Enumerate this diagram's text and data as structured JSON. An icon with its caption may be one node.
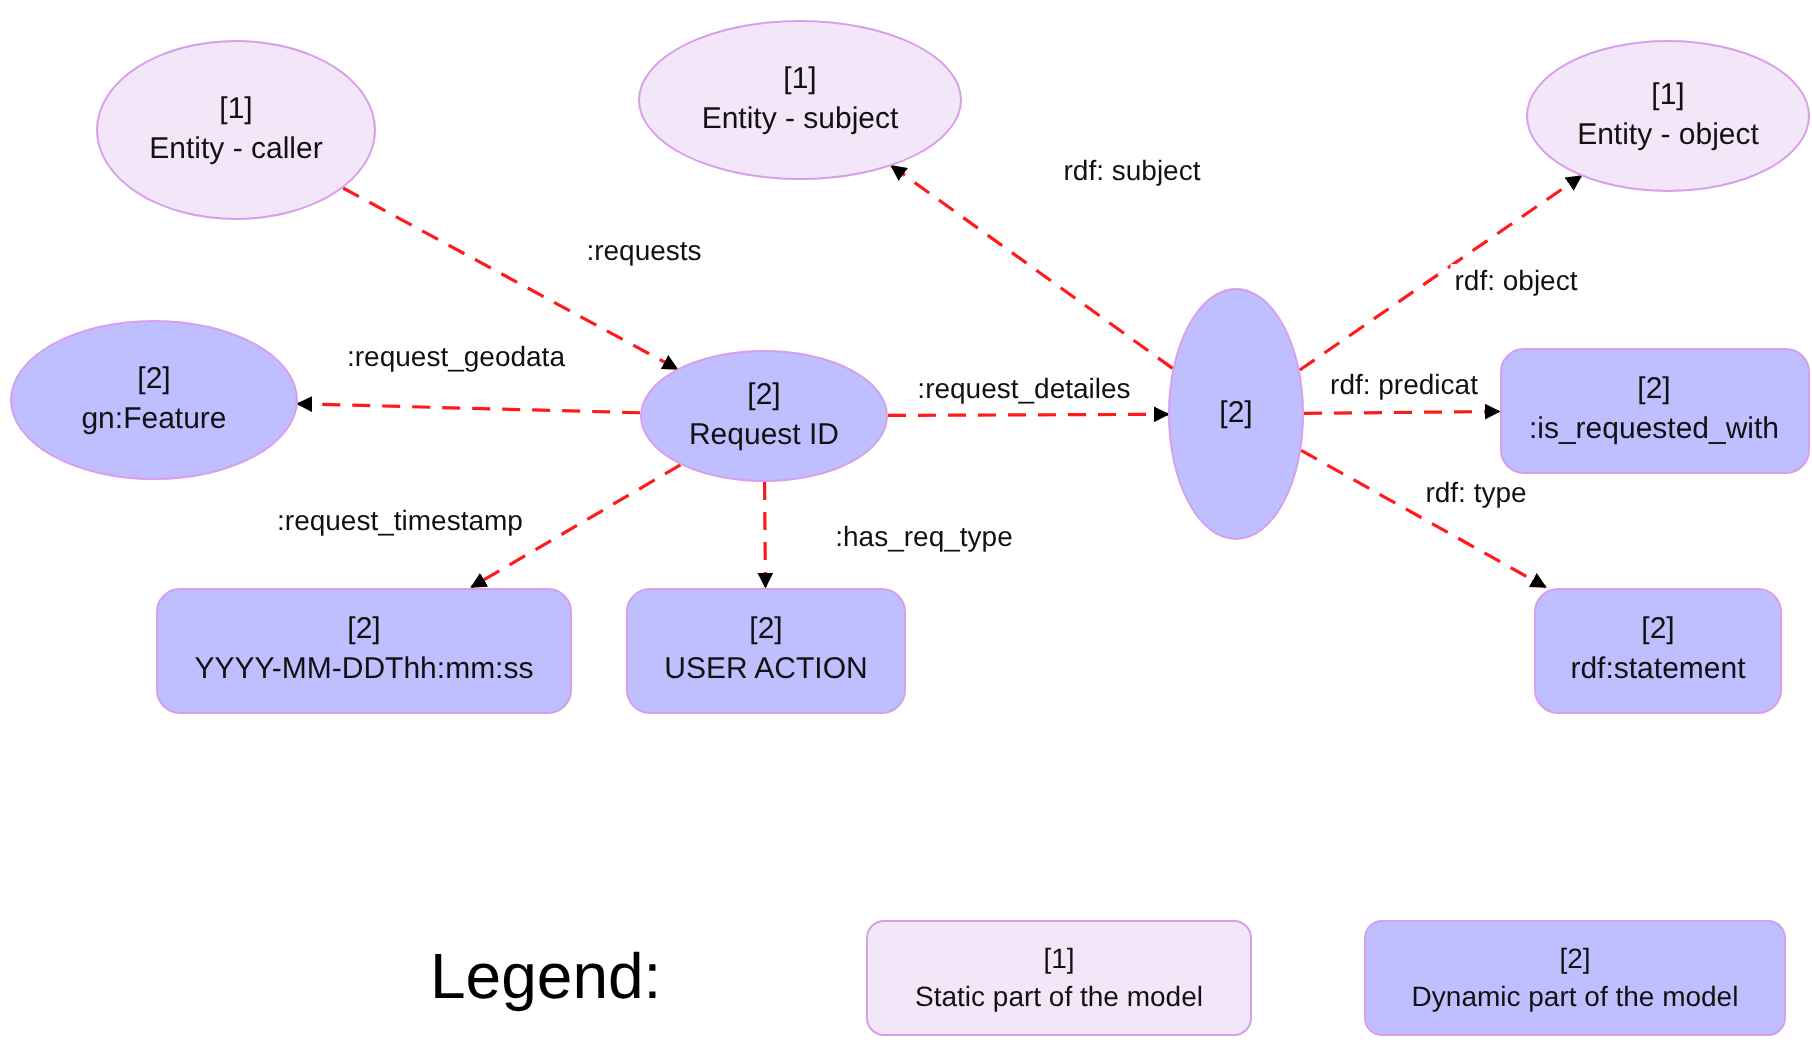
{
  "diagram": {
    "nodes": [
      {
        "text": [
          "[1]",
          "Entity - caller"
        ]
      },
      {
        "text": [
          "[1]",
          "Entity - subject"
        ]
      },
      {
        "text": [
          "[1]",
          "Entity - object"
        ]
      },
      {
        "text": [
          "[2]",
          "gn:Feature"
        ]
      },
      {
        "text": [
          "[2]",
          "Request ID"
        ]
      },
      {
        "text": [
          "[2]"
        ]
      },
      {
        "text": [
          "[2]",
          ":is_requested_with"
        ]
      },
      {
        "text": [
          "[2]",
          "YYYY-MM-DDThh:mm:ss"
        ]
      },
      {
        "text": [
          "[2]",
          "USER ACTION"
        ]
      },
      {
        "text": [
          "[2]",
          "rdf:statement"
        ]
      }
    ],
    "edges": [
      {
        "from": 0,
        "to": 4,
        "arrow": "to",
        "label": ":requests",
        "style": "dashed"
      },
      {
        "from": 4,
        "to": 3,
        "arrow": "to",
        "label": ":request_geodata",
        "style": "dashed"
      },
      {
        "from": 4,
        "to": 5,
        "arrow": "to",
        "label": ":request_detailes",
        "style": "dashed"
      },
      {
        "from": 4,
        "to": 7,
        "arrow": "to",
        "label": ":request_timestamp",
        "style": "dashed"
      },
      {
        "from": 4,
        "to": 8,
        "arrow": "to",
        "label": ":has_req_type",
        "style": "dashed"
      },
      {
        "from": 5,
        "to": 1,
        "arrow": "to",
        "label": "rdf: subject",
        "style": "dashed"
      },
      {
        "from": 5,
        "to": 2,
        "arrow": "to",
        "label": "rdf: object",
        "style": "dashed"
      },
      {
        "from": 5,
        "to": 6,
        "arrow": "to",
        "label": "rdf: predicat",
        "style": "dashed"
      },
      {
        "from": 5,
        "to": 9,
        "arrow": "to",
        "label": "rdf: type",
        "style": "dashed"
      }
    ],
    "labels": [
      "Legend:"
    ],
    "legend": [
      {
        "text": "[1] Static part of the model",
        "color": "#f3e6f8"
      },
      {
        "text": "[2] Dynamic part of the model",
        "color": "#bfbfff"
      }
    ]
  }
}
